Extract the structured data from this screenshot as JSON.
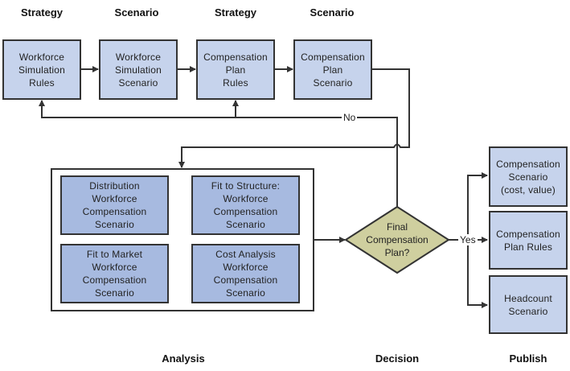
{
  "headers": {
    "top": [
      "Strategy",
      "Scenario",
      "Strategy",
      "Scenario"
    ],
    "analysis": "Analysis",
    "decision": "Decision",
    "publish": "Publish"
  },
  "top_row": [
    {
      "label": "Workforce\nSimulation\nRules"
    },
    {
      "label": "Workforce\nSimulation\nScenario"
    },
    {
      "label": "Compensation\nPlan\nRules"
    },
    {
      "label": "Compensation\nPlan\nScenario"
    }
  ],
  "analysis_boxes": [
    {
      "label": "Distribution\nWorkforce\nCompensation\nScenario"
    },
    {
      "label": "Fit to Structure:\nWorkforce\nCompensation\nScenario"
    },
    {
      "label": "Fit to Market\nWorkforce\nCompensation\nScenario"
    },
    {
      "label": "Cost Analysis\nWorkforce\nCompensation\nScenario"
    }
  ],
  "decision": {
    "label": "Final\nCompensation\nPlan?"
  },
  "edge_labels": {
    "no": "No",
    "yes": "Yes"
  },
  "publish_boxes": [
    {
      "label": "Compensation\nScenario\n(cost, value)"
    },
    {
      "label": "Compensation\nPlan Rules"
    },
    {
      "label": "Headcount\nScenario"
    }
  ],
  "colors": {
    "box_light": "#c6d3ec",
    "box_mid": "#a7bae0",
    "diamond": "#cfcf9f",
    "line": "#333333"
  }
}
